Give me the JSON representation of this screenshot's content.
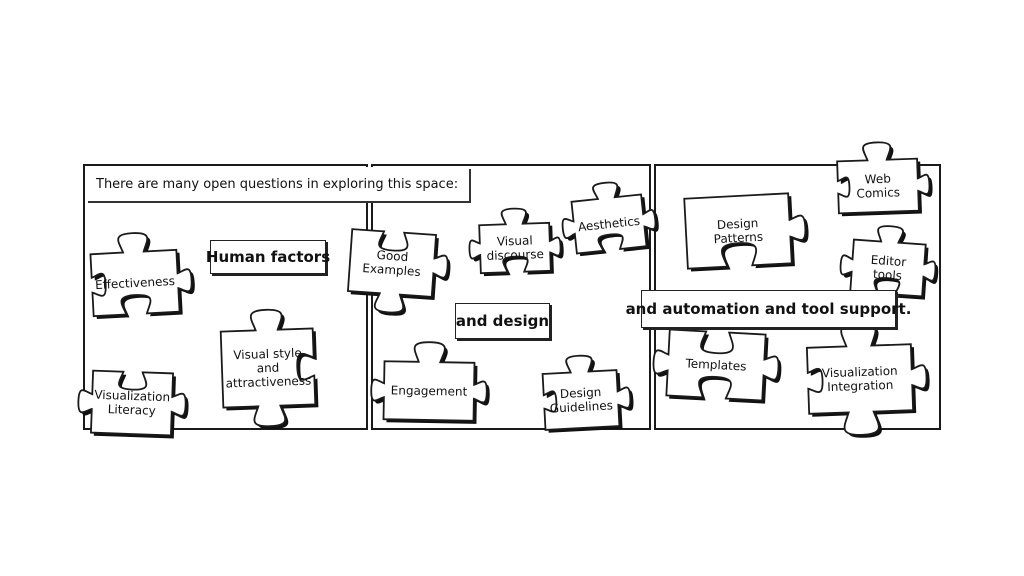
{
  "captions": {
    "intro": "There are many open questions in exploring this space:",
    "human_factors": "Human factors",
    "and_design": "and design",
    "automation": "and automation and tool support."
  },
  "pieces": {
    "effectiveness": [
      "Effectiveness"
    ],
    "visualization_literacy": [
      "Visualization",
      "Literacy"
    ],
    "visual_style": [
      "Visual style",
      "and",
      "attractiveness"
    ],
    "good_examples": [
      "Good",
      "Examples"
    ],
    "visual_discourse": [
      "Visual",
      "discourse"
    ],
    "aesthetics": [
      "Aesthetics"
    ],
    "engagement": [
      "Engagement"
    ],
    "design_guidelines": [
      "Design",
      "Guidelines"
    ],
    "design_patterns": [
      "Design",
      "Patterns"
    ],
    "web_comics": [
      "Web",
      "Comics"
    ],
    "editor_tools": [
      "Editor",
      "tools"
    ],
    "templates": [
      "Templates"
    ],
    "visualization_integration": [
      "Visualization",
      "Integration"
    ]
  },
  "colors": {
    "ink": "#1a1a1a",
    "paper": "#ffffff"
  }
}
